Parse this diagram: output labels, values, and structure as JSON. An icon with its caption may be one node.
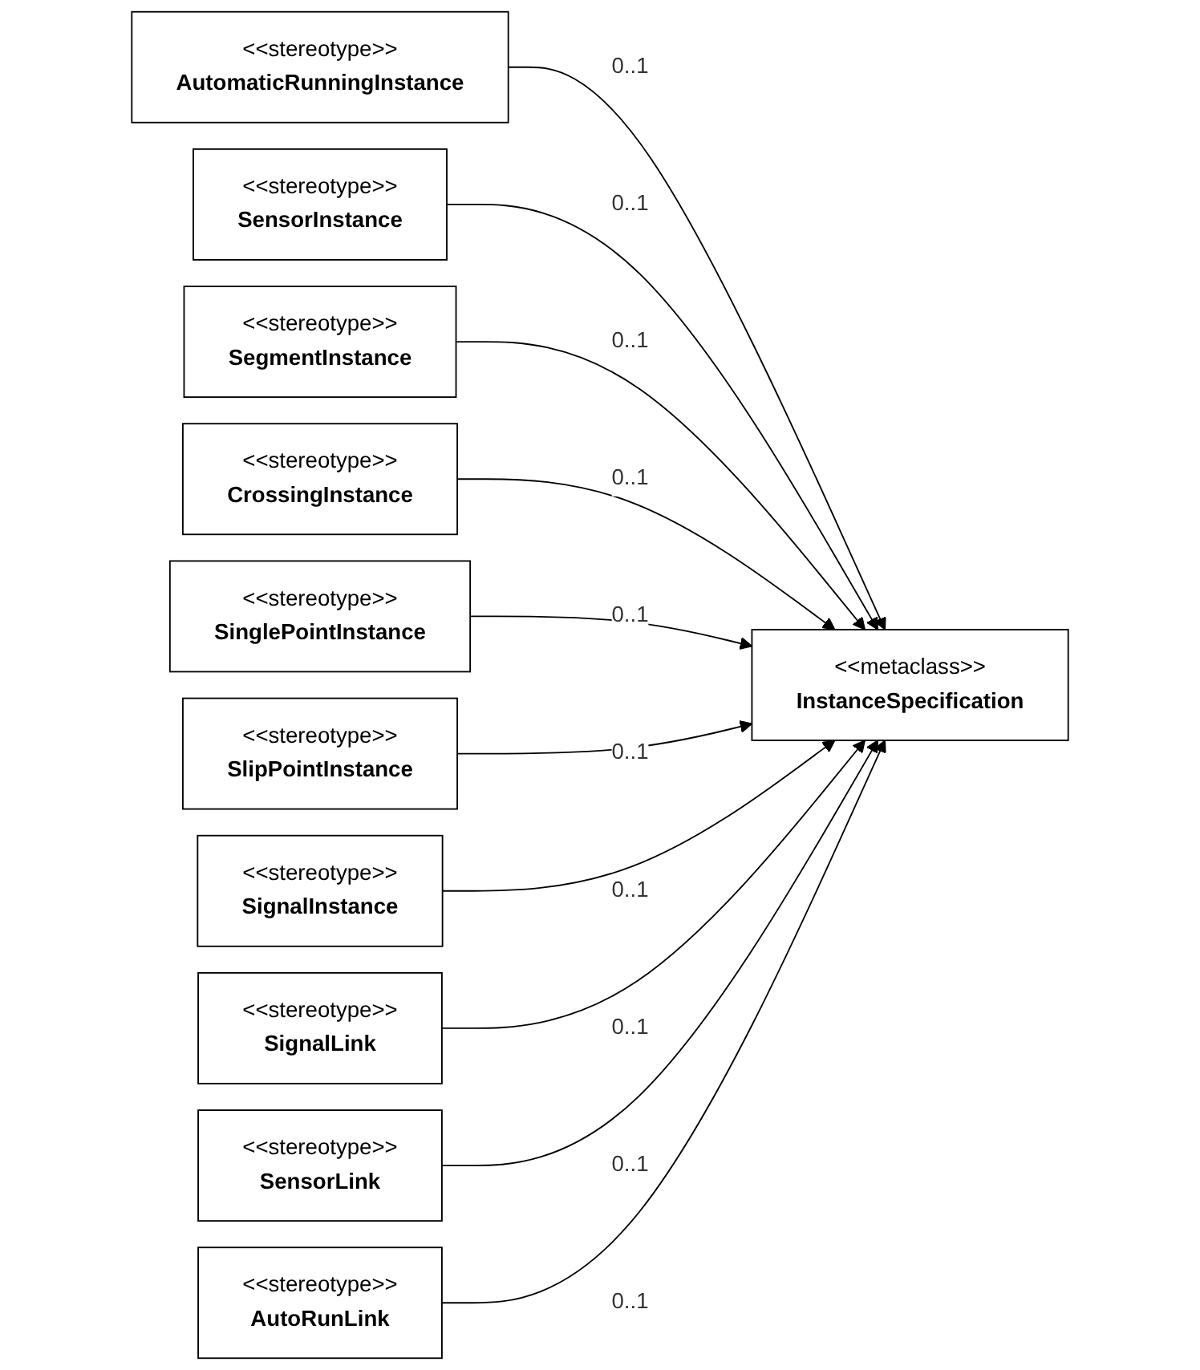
{
  "diagram": {
    "nodes": [
      {
        "text": [
          "<<stereotype>>",
          "AutomaticRunningInstance"
        ]
      },
      {
        "text": [
          "<<stereotype>>",
          "SensorInstance"
        ]
      },
      {
        "text": [
          "<<metaclass>>",
          "InstanceSpecification"
        ]
      },
      {
        "text": [
          "<<stereotype>>",
          "SegmentInstance"
        ]
      },
      {
        "text": [
          "<<stereotype>>",
          "CrossingInstance"
        ]
      },
      {
        "text": [
          "<<stereotype>>",
          "SinglePointInstance"
        ]
      },
      {
        "text": [
          "<<stereotype>>",
          "SlipPointInstance"
        ]
      },
      {
        "text": [
          "<<stereotype>>",
          "SignalInstance"
        ]
      },
      {
        "text": [
          "<<stereotype>>",
          "SignalLink"
        ]
      },
      {
        "text": [
          "<<stereotype>>",
          "SensorLink"
        ]
      },
      {
        "text": [
          "<<stereotype>>",
          "AutoRunLink"
        ]
      }
    ],
    "edges": [
      {
        "from": 0,
        "to": 2,
        "arrow": "to",
        "label": "0..1"
      },
      {
        "from": 1,
        "to": 2,
        "arrow": "to",
        "label": "0..1"
      },
      {
        "from": 3,
        "to": 2,
        "arrow": "to",
        "label": "0..1"
      },
      {
        "from": 4,
        "to": 2,
        "arrow": "to",
        "label": "0..1"
      },
      {
        "from": 5,
        "to": 2,
        "arrow": "to",
        "label": "0..1"
      },
      {
        "from": 6,
        "to": 2,
        "arrow": "to",
        "label": "0..1"
      },
      {
        "from": 7,
        "to": 2,
        "arrow": "to",
        "label": "0..1"
      },
      {
        "from": 8,
        "to": 2,
        "arrow": "to",
        "label": "0..1"
      },
      {
        "from": 9,
        "to": 2,
        "arrow": "to",
        "label": "0..1"
      },
      {
        "from": 10,
        "to": 2,
        "arrow": "to",
        "label": "0..1"
      }
    ]
  }
}
